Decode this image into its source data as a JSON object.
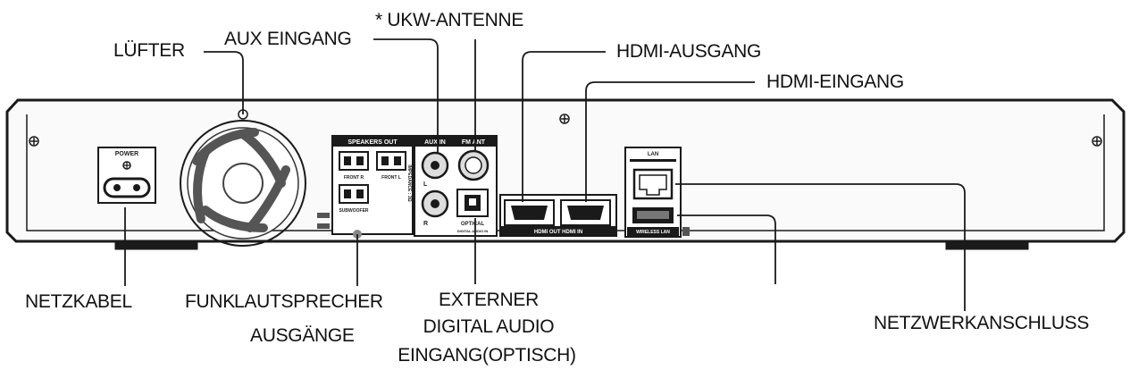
{
  "labels": {
    "fan": "LÜFTER",
    "aux_in": "AUX EINGANG",
    "fm_antenna": "* UKW-ANTENNE",
    "hdmi_out": "HDMI-AUSGANG",
    "hdmi_in": "HDMI-EINGANG",
    "power_cord": "NETZKABEL",
    "wireless": "FUNK",
    "speaker_out_1": "LAUTSPRECHER",
    "speaker_out_2": "AUSGÄNGE",
    "optical_1": "EXTERNER",
    "optical_2": "DIGITAL AUDIO",
    "optical_3": "EINGANG(OPTISCH)",
    "network": "NETZWERKANSCHLUSS"
  },
  "panel_text": {
    "power": "POWER",
    "speakers_out": "SPEAKERS OUT",
    "aux_in": "AUX IN",
    "fm_ant": "FM ANT",
    "front_r": "FRONT R",
    "front_l": "FRONT L",
    "subwoofer": "SUBWOOFER",
    "optical": "OPTICAL",
    "digital_audio_in": "DIGITAL AUDIO IN",
    "hdmi_out_in": "HDMI OUT  HDMI IN",
    "lan": "LAN",
    "wireless_lan": "WIRELESS LAN",
    "impedance": "IMPEDANCE : 3Ω",
    "aux_l": "L",
    "aux_r": "R"
  }
}
